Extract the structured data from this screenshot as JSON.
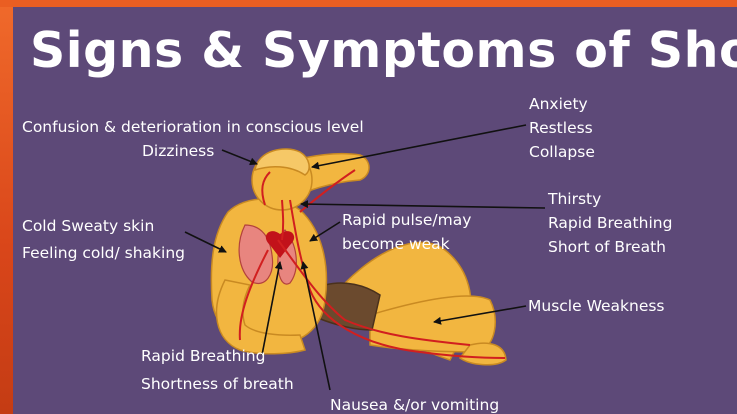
{
  "slide": {
    "title": "Signs & Symptoms of Shock",
    "colors": {
      "background": "#5d4978",
      "frame": "#e0531c",
      "text": "#ffffff",
      "arrow": "#111111",
      "skin": "#f2b640",
      "blood": "#d11f1f"
    },
    "labels": {
      "anxiety": "Anxiety",
      "restless": "Restless",
      "collapse": "Collapse",
      "confusion": "Confusion & deterioration in conscious level",
      "dizziness": "Dizziness",
      "thirsty": "Thirsty",
      "rapid_breathing_right": "Rapid Breathing",
      "short_of_breath": "Short of Breath",
      "cold_sweaty_skin": "Cold Sweaty skin",
      "feeling_cold": "Feeling cold/ shaking",
      "rapid_pulse_1": "Rapid pulse/may",
      "rapid_pulse_2": "become weak",
      "muscle_weakness": "Muscle Weakness",
      "rapid_breathing_bottom": "Rapid Breathing",
      "shortness_of_breath": "Shortness of breath",
      "nausea": "Nausea &/or vomiting"
    }
  }
}
